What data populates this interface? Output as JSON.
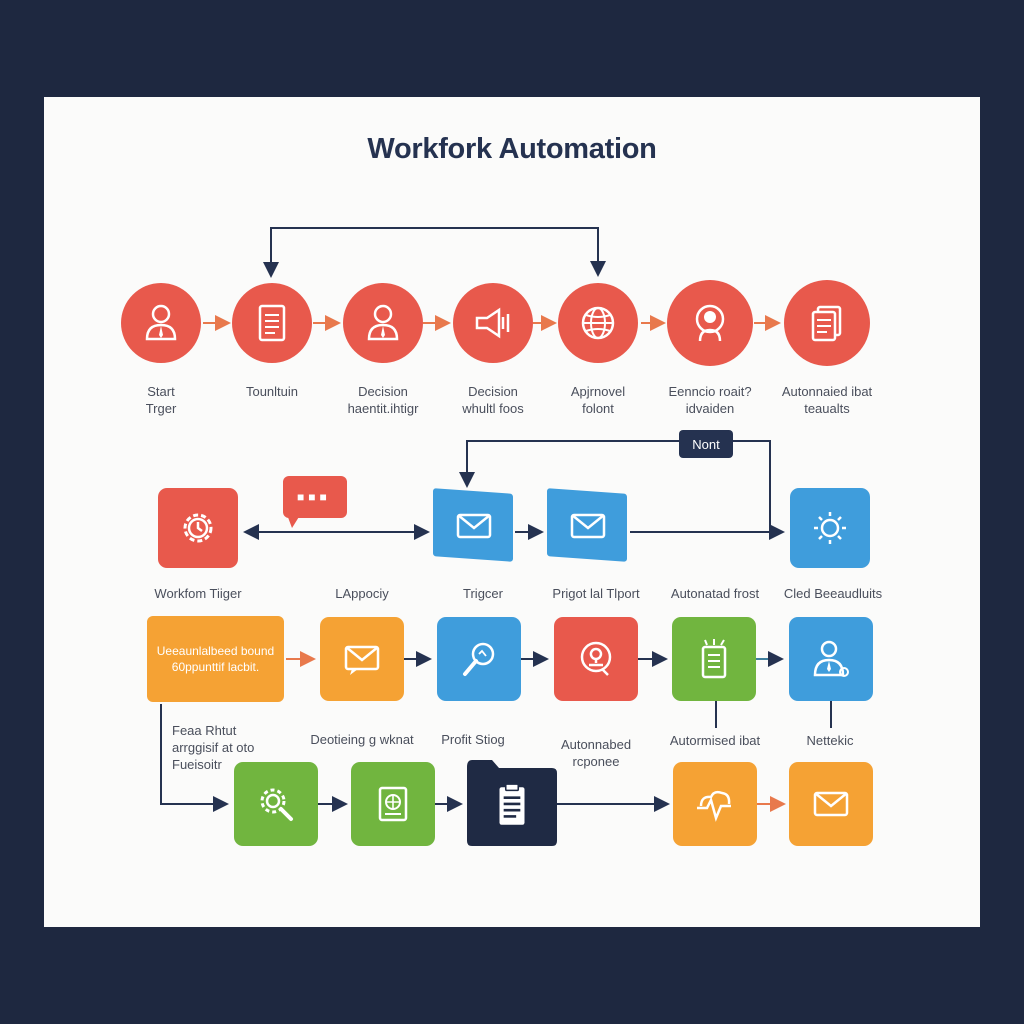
{
  "title": "Workfork Automation",
  "row1": [
    {
      "label": "Start\nTrger",
      "icon": "person-icon"
    },
    {
      "label": "Tounltuin",
      "icon": "document-icon"
    },
    {
      "label": "Decision\nhaentit.ihtigr",
      "icon": "person-icon"
    },
    {
      "label": "Decision\nwhultl foos",
      "icon": "megaphone-icon"
    },
    {
      "label": "Apjrnovel\nfolont",
      "icon": "globe-icon"
    },
    {
      "label": "Eenncio roait?\nidvaiden",
      "icon": "headset-person-icon"
    },
    {
      "label": "Autonnaied ibat\nteaualts",
      "icon": "documents-icon"
    }
  ],
  "note_tag": "Nont",
  "row2": [
    {
      "label": "Workfom Tiiger",
      "icon": "gear-clock-icon"
    },
    {
      "label": "LAppociy",
      "icon": "chat-icon"
    },
    {
      "label": "Trigcer",
      "icon": "envelope-icon"
    },
    {
      "label": "Prigot lal Tlport",
      "icon": "envelope-icon"
    },
    {
      "label": "Autonatad frost",
      "icon": ""
    },
    {
      "label": "Cled Beeaudluits",
      "icon": "idea-icon"
    }
  ],
  "row3": {
    "orange_box_text": "Ueeaunlalbeed bound\n60ppunttif lacbit.",
    "nodes": [
      {
        "label": "Deotieing g wknat",
        "icon": "envelope-icon"
      },
      {
        "label": "Profit Stiog",
        "icon": "search-icon"
      },
      {
        "label": "Autonnabed\nrcponee",
        "icon": "location-pin-icon"
      },
      {
        "label": "Autormised ibat",
        "icon": "clipboard-icon"
      },
      {
        "label": "Nettekic",
        "icon": "person-icon"
      }
    ],
    "side_label": "Feaa Rhtut\narrggisif at oto\nFueisoitr"
  },
  "row4": [
    {
      "icon": "gear-search-icon"
    },
    {
      "icon": "certificate-icon"
    },
    {
      "icon": "folder-document-icon"
    },
    {
      "icon": "cloud-pulse-icon"
    },
    {
      "icon": "envelope-icon"
    }
  ],
  "colors": {
    "red": "#e8594c",
    "orange": "#f5a234",
    "blue": "#3f9ddc",
    "green": "#71b53f",
    "navy": "#1f2a44",
    "background": "#1e2840"
  }
}
